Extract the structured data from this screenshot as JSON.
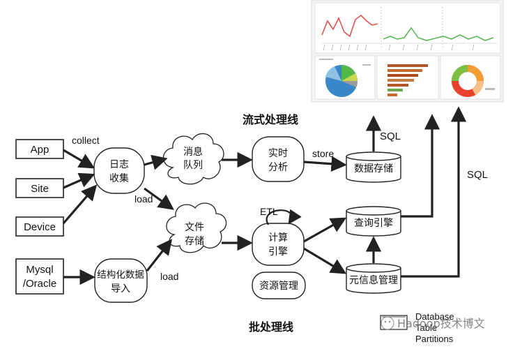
{
  "sources": {
    "app": "App",
    "site": "Site",
    "device": "Device",
    "db_line1": "Mysql",
    "db_line2": "/Oracle"
  },
  "edge_labels": {
    "collect": "collect",
    "load_top": "load",
    "load_bottom": "load",
    "store": "store",
    "etl": "ETL",
    "sql_left": "SQL",
    "sql_right": "SQL"
  },
  "nodes": {
    "log_line1": "日志",
    "log_line2": "收集",
    "mq_line1": "消息",
    "mq_line2": "队列",
    "realtime_line1": "实时",
    "realtime_line2": "分析",
    "data_store": "数据存储",
    "file_line1": "文件",
    "file_line2": "存储",
    "compute_line1": "计算",
    "compute_line2": "引擎",
    "resource_mgmt": "资源管理",
    "query_engine": "查询引擎",
    "metadata_mgmt": "元信息管理",
    "import_line1": "结构化数据",
    "import_line2": "导入"
  },
  "sections": {
    "stream": "流式处理线",
    "batch": "批处理线"
  },
  "legend": {
    "line1": "Database",
    "line2": "Table",
    "line3": "Partitions"
  },
  "watermark": "Hadoop技术博文",
  "colors": {
    "line_red": "#d9534f",
    "line_green": "#5cb85c",
    "pie_blue": "#3a87c8",
    "pie_green": "#54b848",
    "bar_brown": "#b5552a",
    "donut_red": "#e8412c",
    "donut_orange": "#f39c34",
    "donut_green": "#7bc043"
  }
}
